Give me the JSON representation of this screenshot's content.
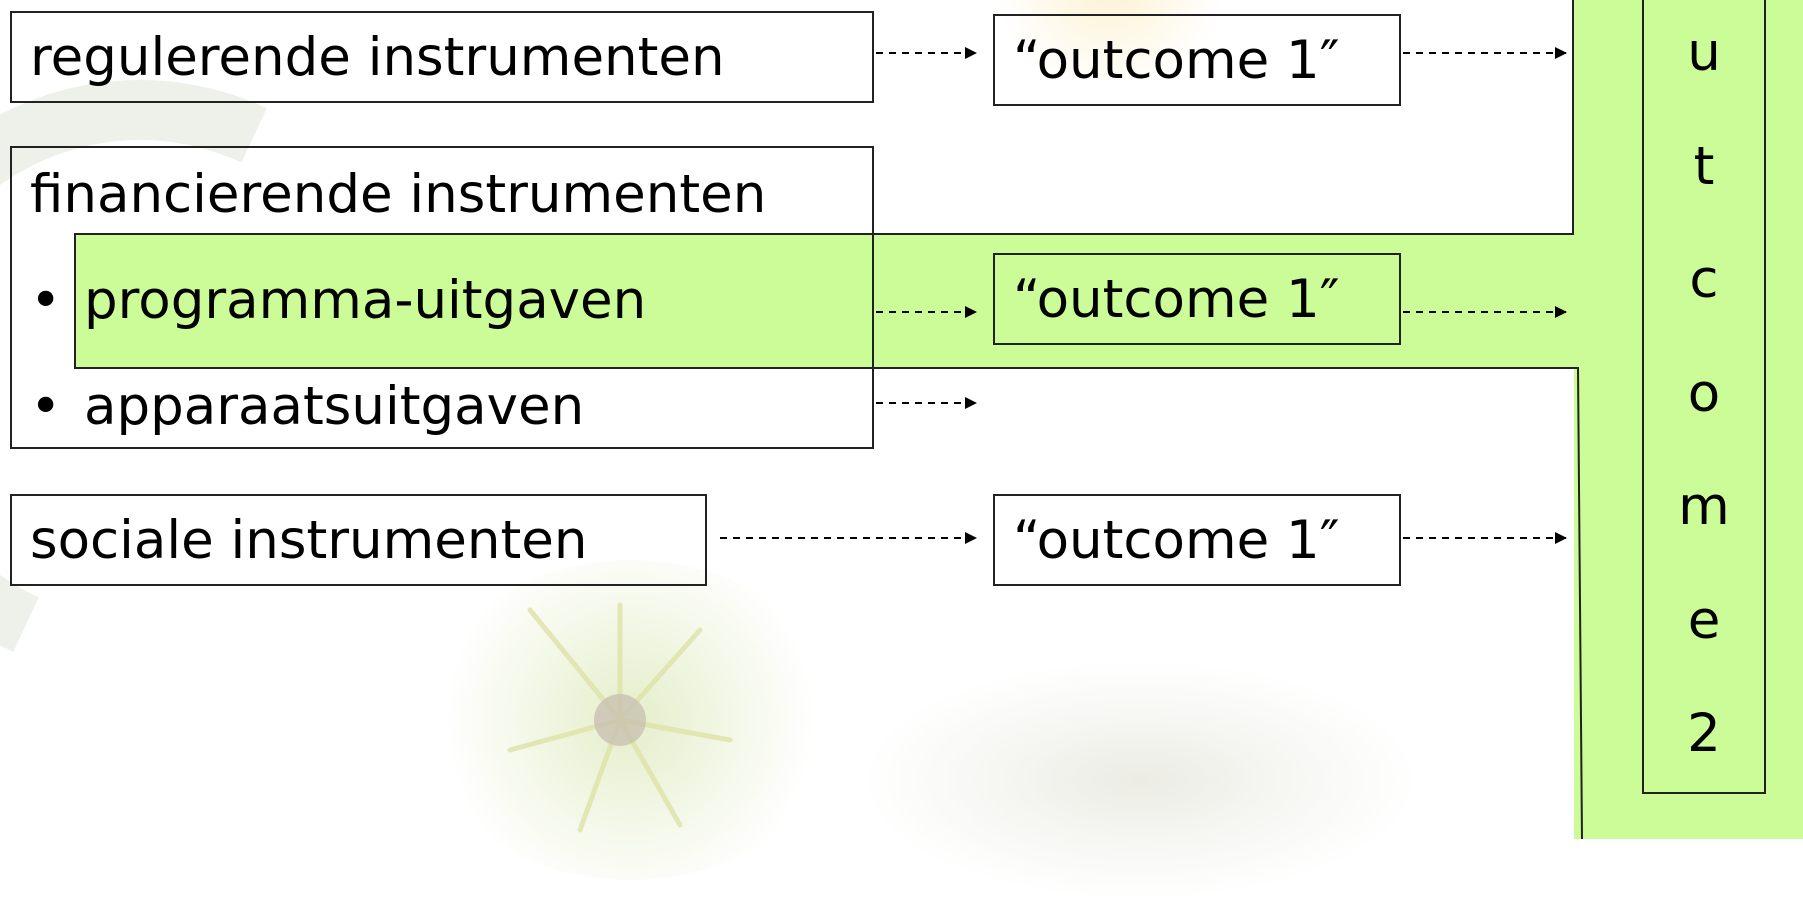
{
  "instruments": {
    "regulerend": "regulerende instrumenten",
    "financierend": "financierende instrumenten",
    "programma": "programma-uitgaven",
    "apparaat": "apparaatsuitgaven",
    "sociaal": "sociale instrumenten",
    "bullet": "•"
  },
  "outcomes": {
    "outcome1_a": "“outcome 1″",
    "outcome1_b": "“outcome 1″",
    "outcome1_c": "“outcome 1″",
    "outcome2_letters": [
      "u",
      "t",
      "c",
      "o",
      "m",
      "e",
      "2"
    ]
  },
  "colors": {
    "highlight": "#ccfc97",
    "border": "#222222"
  }
}
